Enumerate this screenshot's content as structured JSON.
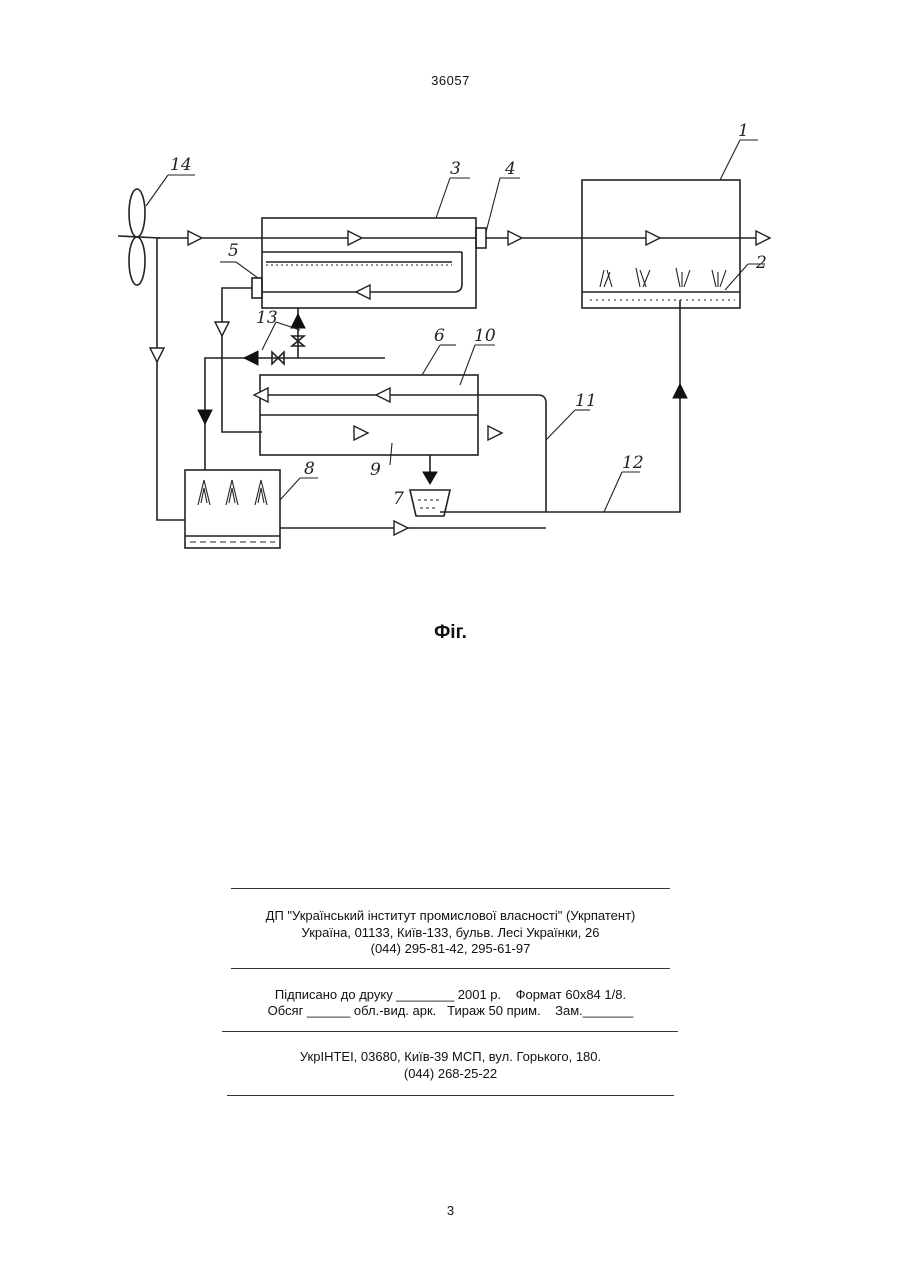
{
  "header": {
    "patent_number": "36057"
  },
  "figure": {
    "caption": "Фіг.",
    "reference_numerals": {
      "n1": "1",
      "n2": "2",
      "n3": "3",
      "n4": "4",
      "n5": "5",
      "n6": "6",
      "n7": "7",
      "n8": "8",
      "n9": "9",
      "n10": "10",
      "n11": "11",
      "n12": "12",
      "n13": "13",
      "n14": "14"
    }
  },
  "imprint": {
    "publisher_line1": "ДП \"Український інститут промислової власності\" (Укрпатент)",
    "publisher_line2": "Україна, 01133, Київ-133, бульв. Лесі Українки, 26",
    "publisher_line3": "(044) 295-81-42, 295-61-97",
    "print_line1": "Підписано до друку ________ 2001 р.    Формат 60х84 1/8.",
    "print_line2": "Обсяг ______ обл.-вид. арк.   Тираж 50 прим.    Зам._______",
    "printer_line1": "УкрІНТЕІ, 03680, Київ-39 МСП, вул. Горького, 180.",
    "printer_line2": "(044) 268-25-22"
  },
  "footer": {
    "page_number": "3"
  }
}
